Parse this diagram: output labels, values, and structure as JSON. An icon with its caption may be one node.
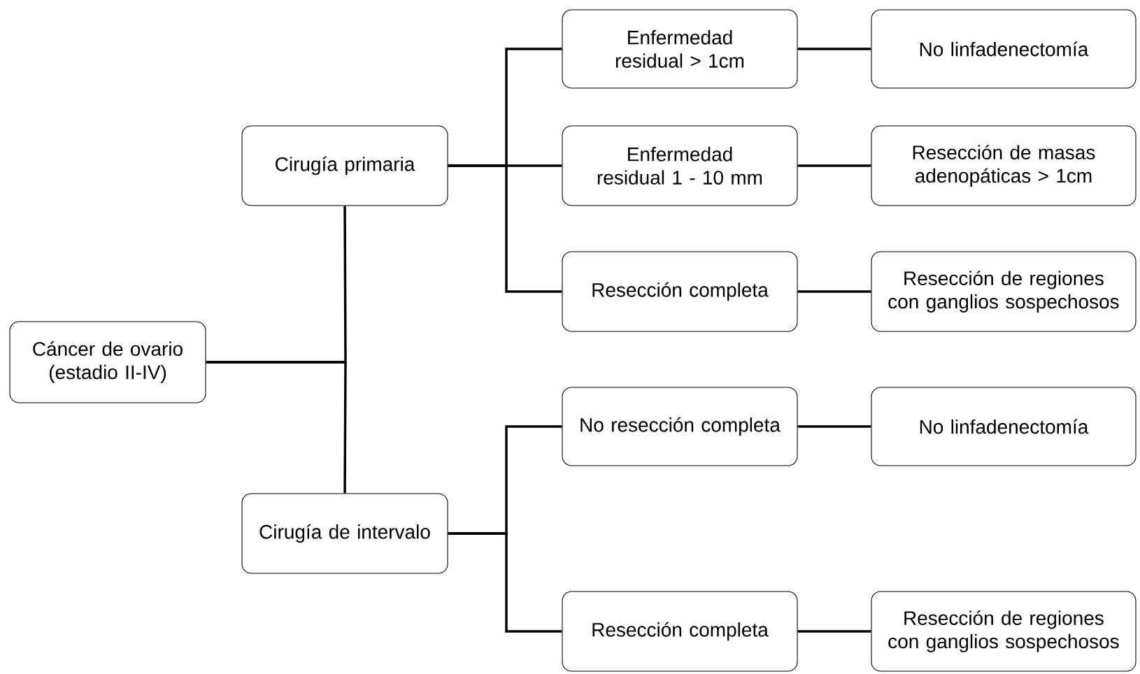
{
  "diagram": {
    "nodes": [
      {
        "text": [
          "Cáncer de ovario (estadio II-IV)"
        ]
      },
      {
        "text": [
          "Cirugía primaria"
        ]
      },
      {
        "text": [
          "Cirugía de intervalo"
        ]
      },
      {
        "text": [
          "Enfermedad residual > 1cm"
        ]
      },
      {
        "text": [
          "No linfadenectomía"
        ]
      },
      {
        "text": [
          "Enfermedad residual 1 - 10 mm"
        ]
      },
      {
        "text": [
          "Resección de masas adenopáticas > 1cm"
        ]
      },
      {
        "text": [
          "Resección completa"
        ]
      },
      {
        "text": [
          "Resección de regiones con ganglios sospechosos"
        ]
      },
      {
        "text": [
          "No resección completa"
        ]
      },
      {
        "text": [
          "No linfadenectomía"
        ]
      },
      {
        "text": [
          "Resección completa"
        ]
      },
      {
        "text": [
          "Resección de regiones con ganglios sospechosos"
        ]
      }
    ],
    "edges": [
      {
        "from": 0,
        "to": 1,
        "arrow": "none"
      },
      {
        "from": 0,
        "to": 2,
        "arrow": "none"
      },
      {
        "from": 1,
        "to": 3,
        "arrow": "none"
      },
      {
        "from": 1,
        "to": 5,
        "arrow": "none"
      },
      {
        "from": 1,
        "to": 7,
        "arrow": "none"
      },
      {
        "from": 3,
        "to": 4,
        "arrow": "none"
      },
      {
        "from": 5,
        "to": 6,
        "arrow": "none"
      },
      {
        "from": 7,
        "to": 8,
        "arrow": "none"
      },
      {
        "from": 2,
        "to": 9,
        "arrow": "none"
      },
      {
        "from": 2,
        "to": 11,
        "arrow": "none"
      },
      {
        "from": 9,
        "to": 10,
        "arrow": "none"
      },
      {
        "from": 11,
        "to": 12,
        "arrow": "none"
      }
    ]
  }
}
